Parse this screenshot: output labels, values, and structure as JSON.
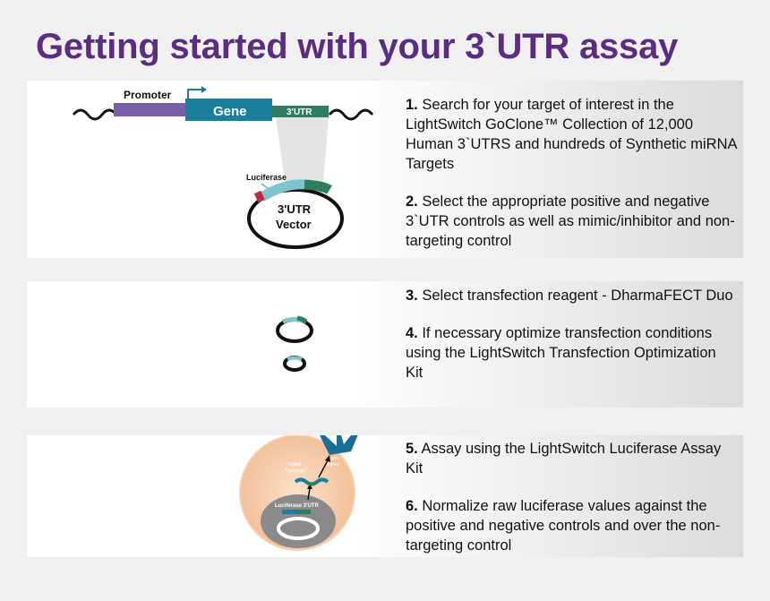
{
  "title": "Getting started with your 3`UTR assay",
  "diagram1": {
    "promoter_label": "Promoter",
    "gene_label": "Gene",
    "utr_label": "3'UTR",
    "luciferase_label": "Luciferase",
    "vector_label_line1": "3'UTR",
    "vector_label_line2": "Vector"
  },
  "diagram3": {
    "hybrid_label_line1": "Hybrid",
    "hybrid_label_line2": "Transcript",
    "light_label_line1": "Light",
    "light_label_line2": "Signal",
    "luciferase_utr_label": "Luciferase 3'UTR"
  },
  "steps": [
    {
      "num": "1.",
      "text": " Search for your target of interest in the LightSwitch GoClone™ Collection of 12,000 Human 3`UTRS and hundreds of Synthetic miRNA Targets"
    },
    {
      "num": "2.",
      "text": " Select the appropriate positive and negative 3`UTR controls as well as mimic/inhibitor and non-targeting control"
    },
    {
      "num": "3.",
      "text": " Select transfection reagent - DharmaFECT Duo"
    },
    {
      "num": "4.",
      "text": " If necessary optimize transfection conditions using the LightSwitch Transfection Optimization Kit"
    },
    {
      "num": "5.",
      "text": " Assay using the LightSwitch Luciferase Assay Kit"
    },
    {
      "num": "6.",
      "text": " Normalize raw luciferase values against the positive and negative controls and over the non-targeting control"
    }
  ],
  "colors": {
    "title": "#5b2d82",
    "promoter": "#7b5ea8",
    "gene": "#1a7f9c",
    "utr": "#2e7d5e",
    "luciferase": "#7fc3cf",
    "red": "#c0283c",
    "cell": "#f3c7a0"
  }
}
